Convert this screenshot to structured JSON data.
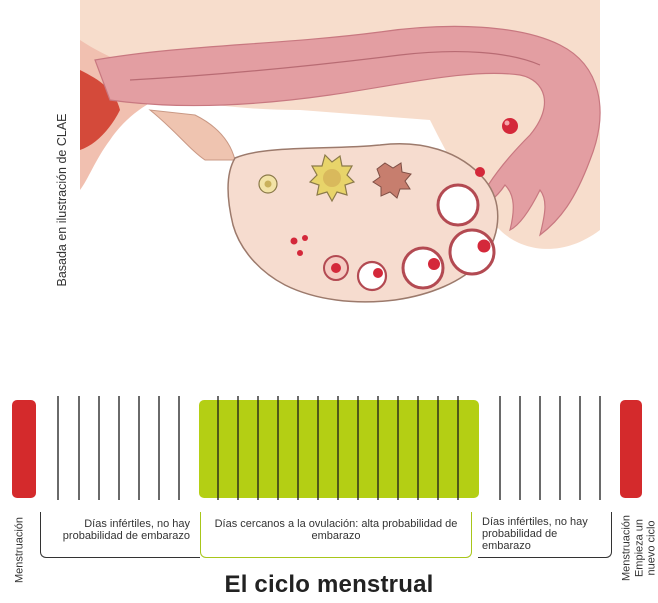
{
  "credit": "Basada en ilustración de CLAE",
  "title": "El ciclo menstrual",
  "phases": {
    "menstruation_start": "Menstruación",
    "infertile_early": "Días infértiles, no hay probabilidad de embarazo",
    "ovulation": "Días cercanos a la ovulación: alta probabilidad de embarazo",
    "infertile_late": "Días infértiles, no hay probabilidad de embarazo",
    "menstruation_end": "Menstruación",
    "new_cycle_line1": "Empieza un",
    "new_cycle_line2": "nuevo ciclo"
  },
  "colors": {
    "menstruation": "#d42a2c",
    "fertile": "#b4cf14",
    "tissue": "#f4d1bc",
    "uterus": "#e39ea2"
  }
}
